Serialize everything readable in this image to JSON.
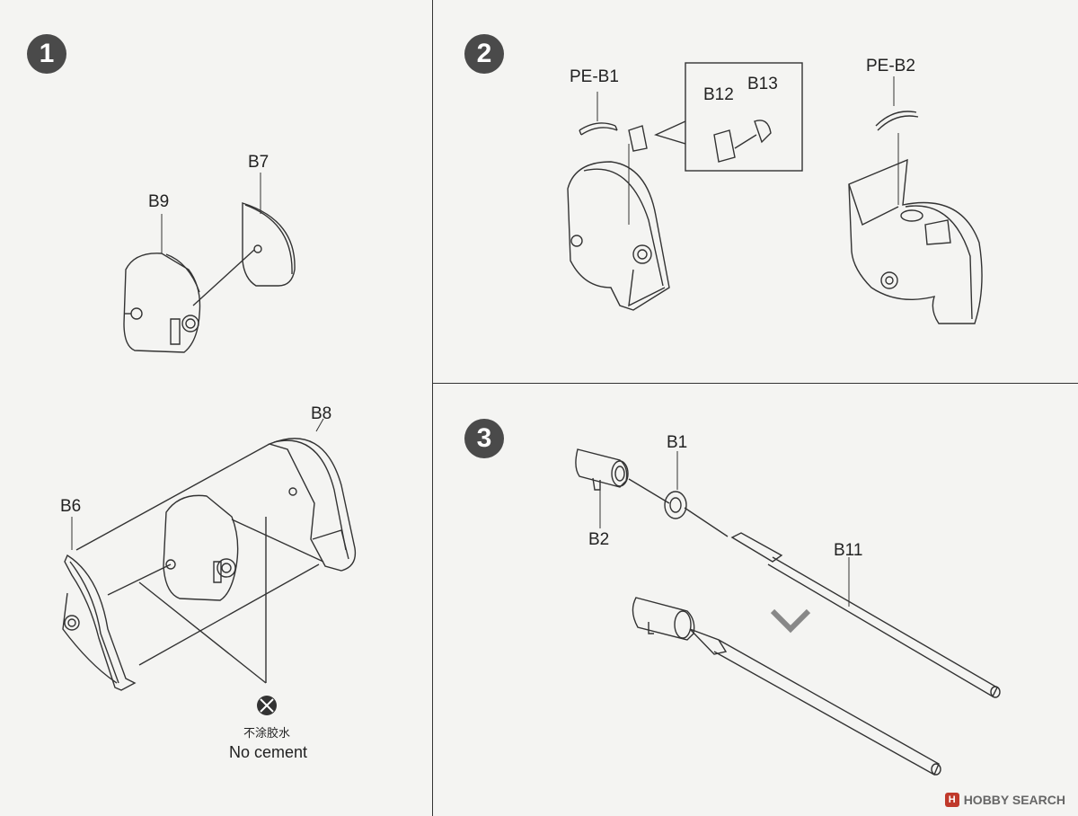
{
  "steps": {
    "step1": "1",
    "step2": "2",
    "step3": "3"
  },
  "parts": {
    "b9": "B9",
    "b7": "B7",
    "b8": "B8",
    "b6": "B6",
    "pe_b1": "PE-B1",
    "b12": "B12",
    "b13": "B13",
    "pe_b2": "PE-B2",
    "b1": "B1",
    "b2": "B2",
    "b11": "B11"
  },
  "note": {
    "cn": "不涂胶水",
    "en": "No cement"
  },
  "watermark": {
    "logo": "H",
    "text": "HOBBY SEARCH"
  },
  "colors": {
    "line": "#333333",
    "step_badge": "#4a4a4a",
    "paper": "#f4f4f2"
  },
  "icons": [
    "no-cement-icon"
  ]
}
